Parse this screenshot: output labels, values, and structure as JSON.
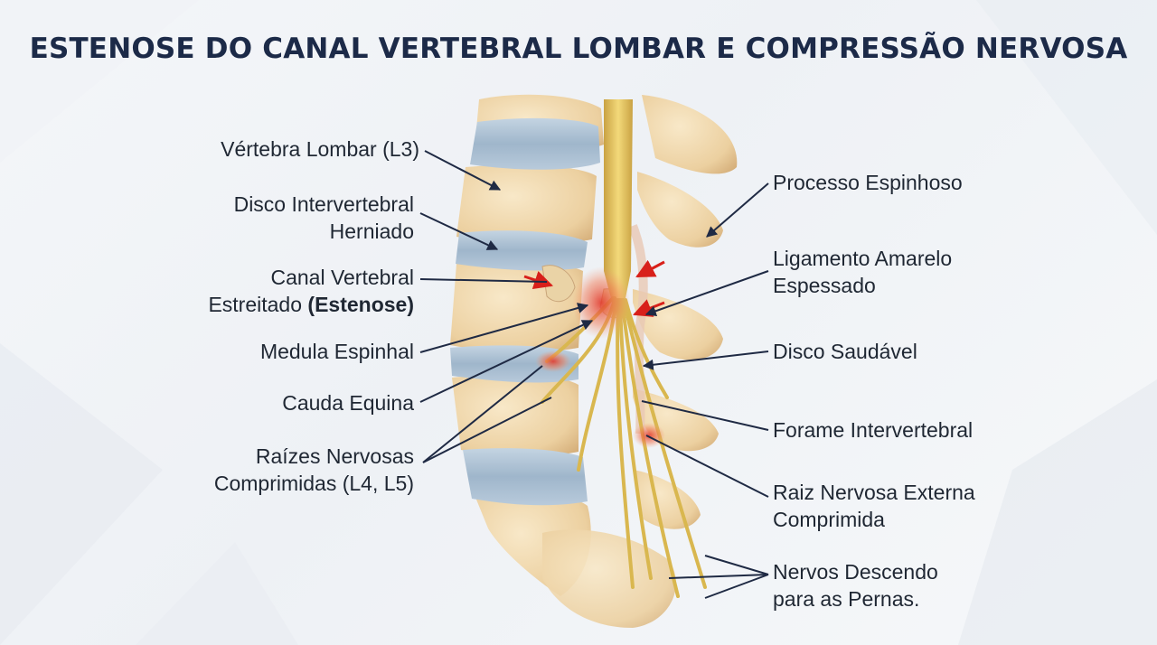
{
  "title": "ESTENOSE DO CANAL VERTEBRAL LOMBAR E COMPRESSÃO NERVOSA",
  "labels_left": [
    {
      "line1": "Vértebra Lombar (L3)",
      "line2": ""
    },
    {
      "line1": "Disco Intervertebral",
      "line2": "Herniado"
    },
    {
      "line1": "Canal Vertebral",
      "line2_prefix": "Estreitado ",
      "line2_bold": "(Estenose)"
    },
    {
      "line1": "Medula Espinhal",
      "line2": ""
    },
    {
      "line1": "Cauda Equina",
      "line2": ""
    },
    {
      "line1": "Raízes Nervosas",
      "line2": "Comprimidas (L4, L5)"
    }
  ],
  "labels_right": [
    {
      "line1": "Processo Espinhoso",
      "line2": ""
    },
    {
      "line1": "Ligamento Amarelo",
      "line2": "Espessado"
    },
    {
      "line1": "Disco Saudável",
      "line2": ""
    },
    {
      "line1": "Forame Intervertebral",
      "line2": ""
    },
    {
      "line1": "Raiz Nervosa Externa",
      "line2": "Comprimida"
    },
    {
      "line1": "Nervos Descendo",
      "line2": "para as Pernas."
    }
  ],
  "colors": {
    "title": "#1c2a48",
    "bone": "#f0d9b0",
    "bone_shadow": "#d9b887",
    "disc": "#a9bfd3",
    "nerve": "#e8c766",
    "inflammation": "#e2473a",
    "leader": "#1f2a44",
    "arrow": "#d8201a"
  }
}
